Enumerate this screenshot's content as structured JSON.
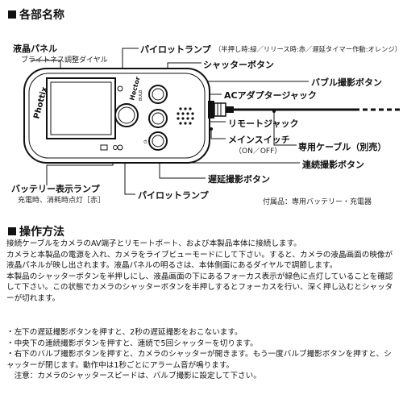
{
  "sections": {
    "parts_title": "各部名称",
    "operation_title": "操作方法"
  },
  "device": {
    "brand": "Phottix",
    "model": "Hector"
  },
  "labels": {
    "lcd_panel": "液晶パネル",
    "lcd_panel_sub": "ブライトネス調整ダイヤル",
    "pilot_lamp_top": "パイロットランプ",
    "pilot_lamp_top_sub": "（半押し時:緑／リリース時:赤／遅延タイマー作動:オレンジ）",
    "shutter_button": "シャッターボタン",
    "bulb_button": "バブル撮影ボタン",
    "ac_jack": "ACアダプタージャック",
    "remote_jack": "リモートジャック",
    "main_switch": "メインスイッチ",
    "main_switch_sub": "（ON／OFF）",
    "cable": "専用ケーブル（別売）",
    "continuous_button": "連続撮影ボタン",
    "delay_button": "遅延撮影ボタン",
    "pilot_lamp_bottom": "パイロットランプ",
    "battery_lamp": "バッテリー表示ランプ",
    "battery_lamp_sub": "充電時、消耗時点灯［赤］",
    "accessories": "付属品：専用バッテリー・充電器"
  },
  "operation_paragraphs": [
    "接続ケーブルをカメラのAV端子とリモートポート、および本製品本体に接続します。",
    "カメラと本製品の電源を入れ、カメラをライブビューモードにして下さい。すると、カメラの液晶画面の映像が液晶パネルが映し出されます。液晶パネルの明るさは、本体側面にあるダイヤルで調節します。",
    "本製品のシャッターボタンを半押しにし、液晶画面の下にあるフォーカス表示が緑色に点灯していることを確認して下さい。この状態でカメラのシャッターボタンを半押しするとフォーカスを行い、深く押し込むとシャッターが切れます。"
  ],
  "notes": [
    "・左下の遅延撮影ボタンを押すと、2秒の遅延撮影をおこないます。",
    "・中央下の連続撮影ボタンを押すと、連続で5回シャッターを切ります。",
    "・右下のバルブ撮影ボタンを押すと、カメラのシャッターが開きます。もう一度バルブ撮影ボタンを押すと、シャッターが閉じます。動作中は1秒ごとにアラーム音が鳴ります。",
    "　注意：カメラのシャッタースピードは、バルブ撮影に設定して下さい。"
  ]
}
